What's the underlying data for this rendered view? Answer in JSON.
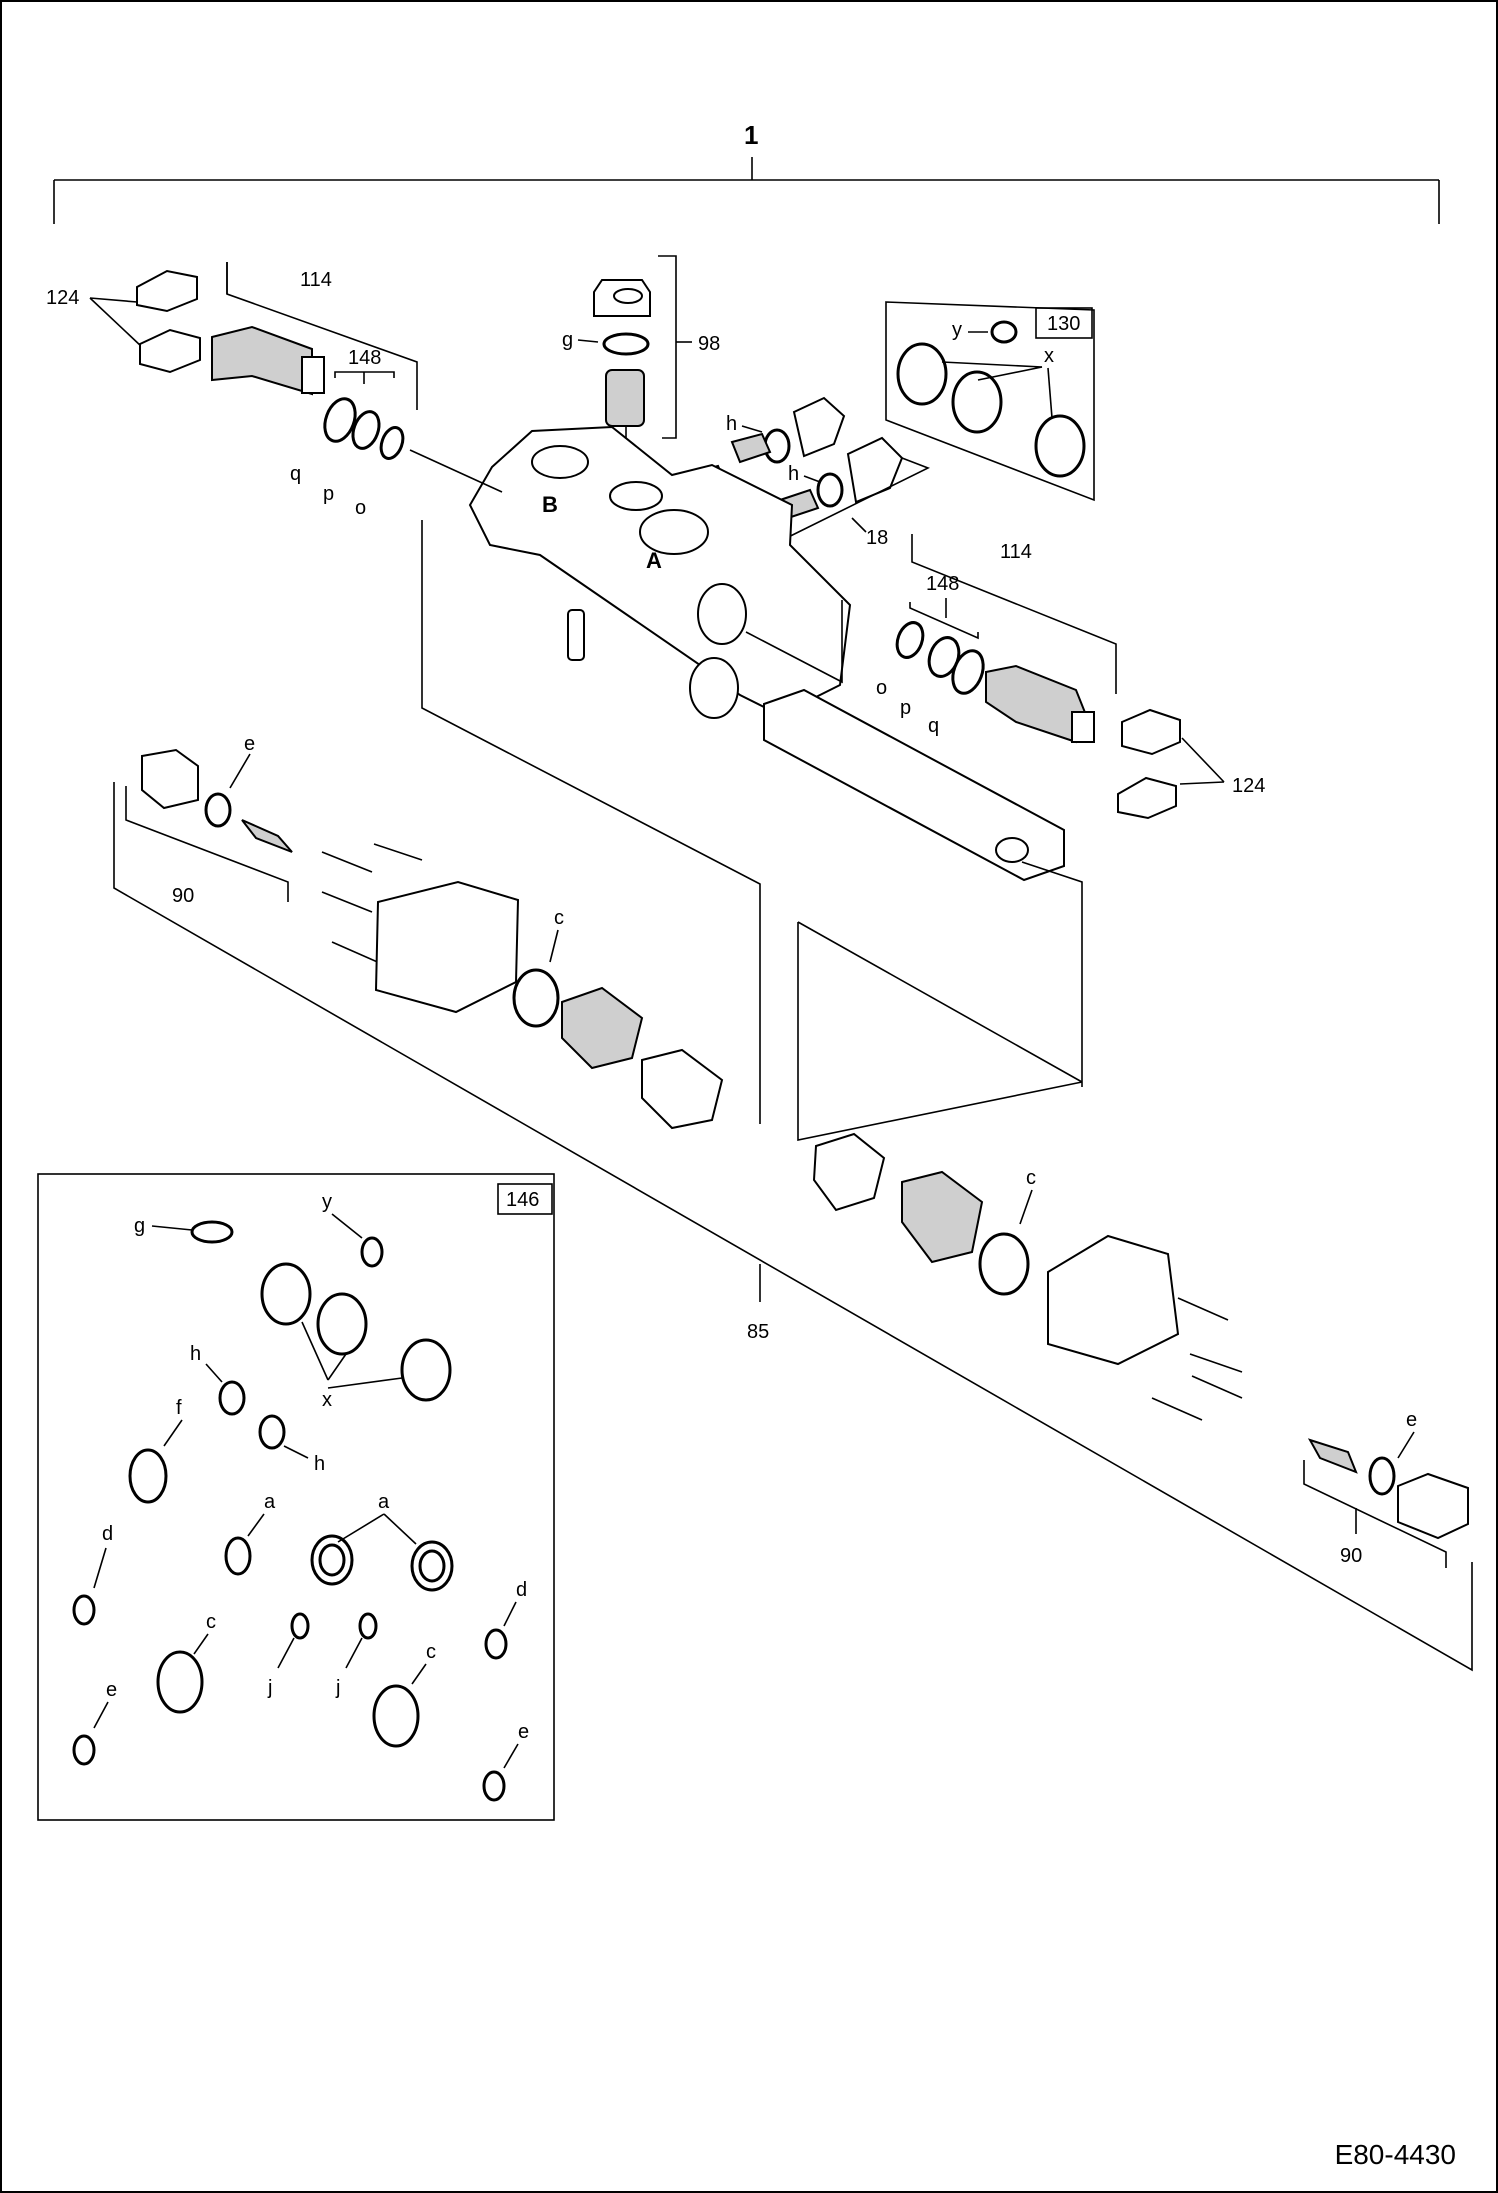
{
  "assembly_number": "1",
  "drawing_code": "E80-4430",
  "ports": {
    "port_a": "A",
    "port_b": "B"
  },
  "callouts": {
    "c124": "124",
    "c114": "114",
    "c148": "148",
    "c98": "98",
    "c18": "18",
    "c130": "130",
    "c90": "90",
    "c85": "85",
    "c146": "146",
    "g": "g",
    "h": "h",
    "o": "o",
    "p": "p",
    "q": "q",
    "x": "x",
    "y": "y",
    "e": "e",
    "c": "c",
    "f": "f",
    "a": "a",
    "d": "d",
    "j": "j"
  }
}
